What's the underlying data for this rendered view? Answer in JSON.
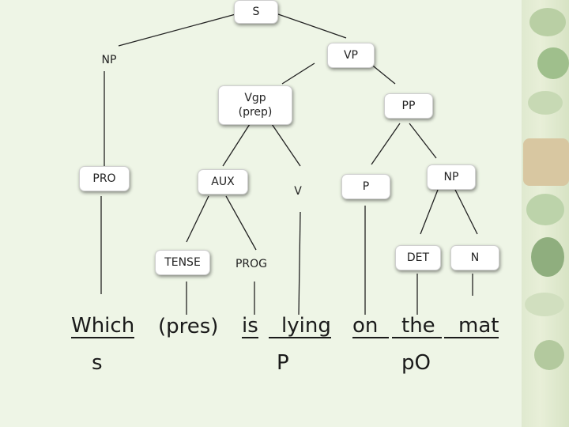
{
  "nodes": {
    "s": "S",
    "np_top": "NP",
    "vp": "VP",
    "vgp_line1": "Vgp",
    "vgp_line2": "(prep)",
    "pp": "PP",
    "pro": "PRO",
    "aux": "AUX",
    "v": "V",
    "p": "P",
    "np_inner": "NP",
    "tense": "TENSE",
    "prog": "PROG",
    "det": "DET",
    "n": "N"
  },
  "sentence": {
    "which": "Which",
    "which_suffix": "s",
    "pres": "(pres)",
    "is": "is",
    "lying": "lying",
    "lying_suffix": "P",
    "on": "on",
    "the": "the",
    "the_suffix": "pO",
    "mat": "mat"
  },
  "colors": {
    "background": "#eef5e6",
    "node_fill": "#ffffff",
    "edge": "#222222"
  }
}
